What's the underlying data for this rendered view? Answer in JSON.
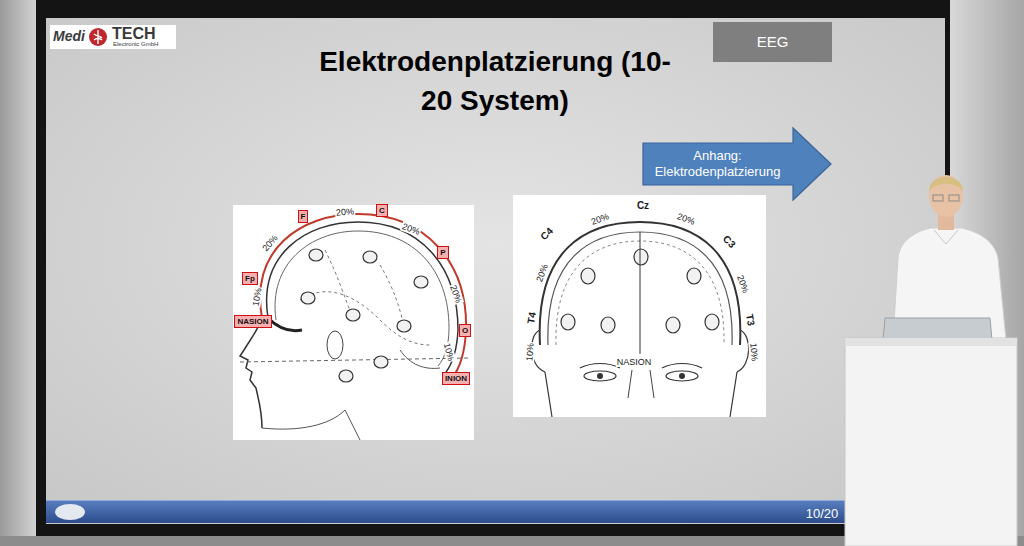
{
  "diagram": {
    "title": "Elektrodenplatzierung (10-20 System)",
    "nodes": [
      {
        "text": [
          "Medi",
          "TECH",
          "Electronic GmbH"
        ]
      },
      {
        "text": [
          "EEG"
        ]
      },
      {
        "text": [
          "Anhang: Elektrodenplatzierung"
        ]
      },
      {
        "text": [
          "C"
        ]
      },
      {
        "text": [
          "F"
        ]
      },
      {
        "text": [
          "P"
        ]
      },
      {
        "text": [
          "Fp"
        ]
      },
      {
        "text": [
          "NASION"
        ]
      },
      {
        "text": [
          "O"
        ]
      },
      {
        "text": [
          "INION"
        ]
      }
    ],
    "labels": [
      "20%",
      "10%",
      "20%",
      "20%",
      "20%",
      "10%",
      "Cz",
      "C4",
      "20%",
      "20%",
      "C3",
      "20%",
      "20%",
      "T4",
      "T3",
      "10%",
      "10%",
      "NASION",
      "10/20"
    ]
  }
}
